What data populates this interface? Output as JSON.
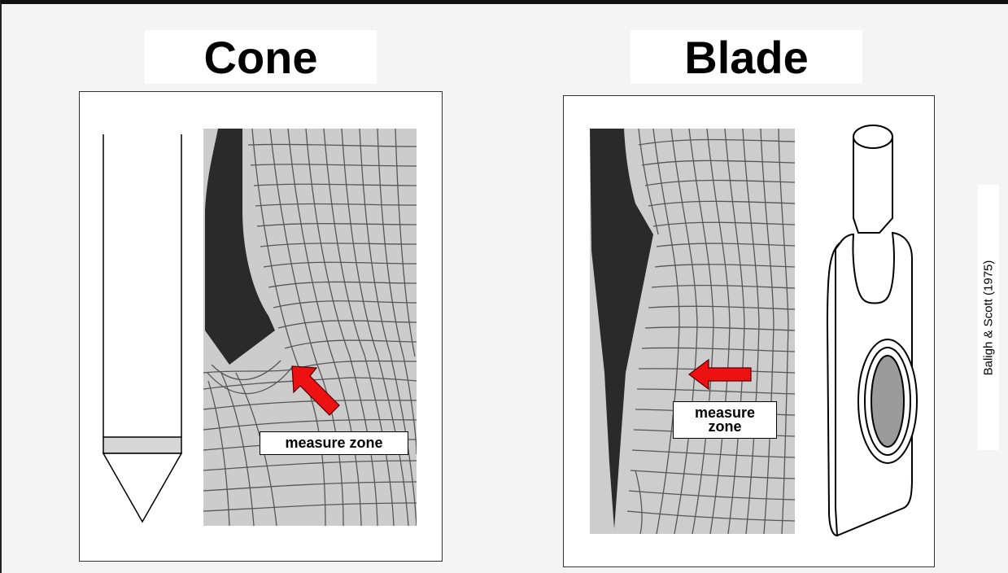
{
  "titles": {
    "cone": "Cone",
    "blade": "Blade"
  },
  "labels": {
    "cone_measure": "measure zone",
    "blade_measure_line1": "measure",
    "blade_measure_line2": "zone"
  },
  "credit": "Baligh & Scott (1975)",
  "colors": {
    "arrow": "#ee1111",
    "probe_band": "#d6d6d6",
    "membrane": "#9b9b9b",
    "probe_photo": "#2a2a2a",
    "soil_photo": "#c8c8c8",
    "grid_lines": "#565656"
  }
}
